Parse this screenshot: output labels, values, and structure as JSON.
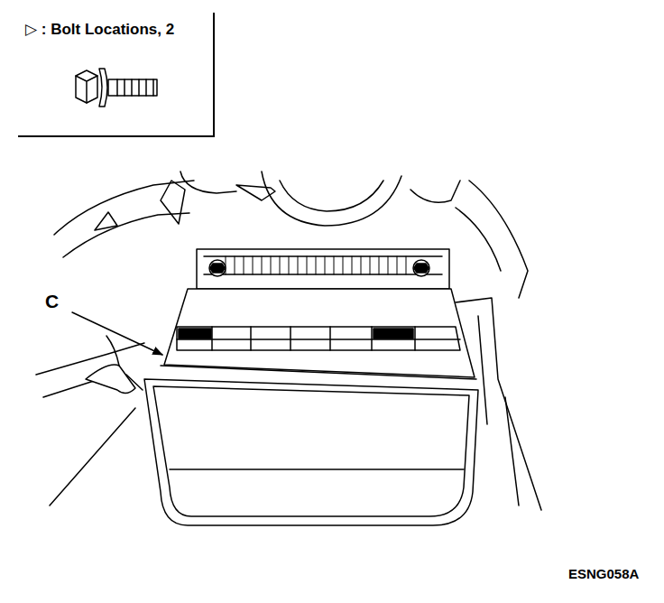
{
  "diagram": {
    "nodes": [
      {
        "text": [
          "▷ : Bolt Locations, 2"
        ]
      }
    ],
    "labels": [
      "C",
      "ESNG058A"
    ]
  }
}
